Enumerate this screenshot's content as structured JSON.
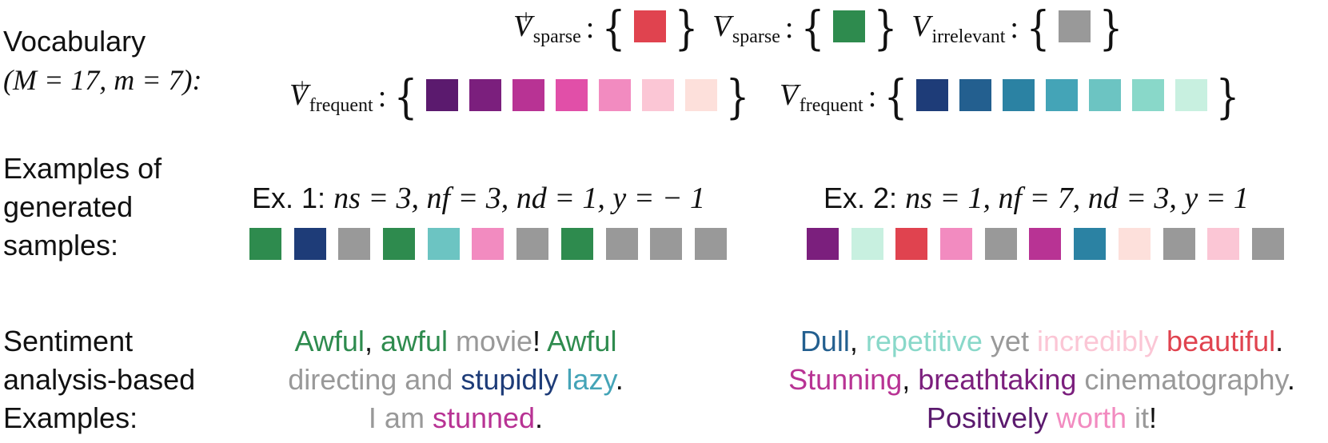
{
  "labels": {
    "vocab_line1": "Vocabulary",
    "vocab_line2": "(M = 17, m = 7):",
    "examples_line1": "Examples of",
    "examples_line2": "generated",
    "examples_line3": "samples:",
    "sent_line1": "Sentiment",
    "sent_line2": "analysis-based",
    "sent_line3": "Examples:"
  },
  "vocab": {
    "sparse_pos": {
      "sym": "V",
      "sup": "+",
      "sub": "sparse",
      "colors": [
        "#e0434f"
      ]
    },
    "sparse_neg": {
      "sym": "V",
      "sup": "−",
      "sub": "sparse",
      "colors": [
        "#2e8b4e"
      ]
    },
    "irrelevant": {
      "sym": "V",
      "sub": "irrelevant",
      "colors": [
        "#999999"
      ]
    },
    "frequent_pos": {
      "sym": "V",
      "sup": "+",
      "sub": "frequent",
      "colors": [
        "#5b1a6e",
        "#7b1f7d",
        "#b83394",
        "#e14fa8",
        "#f28bc0",
        "#fbc6d5",
        "#fde0db"
      ]
    },
    "frequent_neg": {
      "sym": "V",
      "sup": "−",
      "sub": "frequent",
      "colors": [
        "#1e3c78",
        "#235f8f",
        "#2b82a3",
        "#44a4b7",
        "#6cc4c2",
        "#89d8c9",
        "#c8f0e0"
      ]
    },
    "colon": ":"
  },
  "example1": {
    "prefix": "Ex. 1:",
    "params": "ns = 3, nf = 3, nd = 1, y = − 1",
    "sequence": [
      "#2e8b4e",
      "#1e3c78",
      "#999999",
      "#2e8b4e",
      "#6cc4c2",
      "#f28bc0",
      "#999999",
      "#2e8b4e",
      "#999999",
      "#999999",
      "#999999"
    ]
  },
  "example2": {
    "prefix": "Ex. 2:",
    "params": "ns = 1, nf = 7, nd = 3, y = 1",
    "sequence": [
      "#7b1f7d",
      "#c8f0e0",
      "#e0434f",
      "#f28bc0",
      "#999999",
      "#b83394",
      "#2b82a3",
      "#fde0db",
      "#999999",
      "#fbc6d5",
      "#999999"
    ]
  },
  "sentiment1": {
    "lines": [
      [
        {
          "t": "Awful",
          "c": "#2e8b4e"
        },
        {
          "t": ", ",
          "c": "#111111"
        },
        {
          "t": "awful",
          "c": "#2e8b4e"
        },
        {
          "t": " movie",
          "c": "#999999"
        },
        {
          "t": "! ",
          "c": "#111111"
        },
        {
          "t": "Awful",
          "c": "#2e8b4e"
        }
      ],
      [
        {
          "t": "directing and ",
          "c": "#999999"
        },
        {
          "t": "stupidly",
          "c": "#1e3c78"
        },
        {
          "t": " ",
          "c": "#111111"
        },
        {
          "t": "lazy",
          "c": "#44a4b7"
        },
        {
          "t": ".",
          "c": "#111111"
        }
      ],
      [
        {
          "t": "I am ",
          "c": "#999999"
        },
        {
          "t": "stunned",
          "c": "#b83394"
        },
        {
          "t": ".",
          "c": "#111111"
        }
      ]
    ]
  },
  "sentiment2": {
    "lines": [
      [
        {
          "t": "Dull",
          "c": "#235f8f"
        },
        {
          "t": ", ",
          "c": "#111111"
        },
        {
          "t": "repetitive",
          "c": "#89d8c9"
        },
        {
          "t": " yet ",
          "c": "#999999"
        },
        {
          "t": "incredibly",
          "c": "#fbc6d5"
        },
        {
          "t": " ",
          "c": "#111111"
        },
        {
          "t": "beautiful",
          "c": "#e0434f"
        },
        {
          "t": ".",
          "c": "#111111"
        }
      ],
      [
        {
          "t": "Stunning",
          "c": "#b83394"
        },
        {
          "t": ", ",
          "c": "#111111"
        },
        {
          "t": "breathtaking",
          "c": "#7b1f7d"
        },
        {
          "t": " cinematography",
          "c": "#999999"
        },
        {
          "t": ".",
          "c": "#111111"
        }
      ],
      [
        {
          "t": "Positively",
          "c": "#5b1a6e"
        },
        {
          "t": " ",
          "c": "#111111"
        },
        {
          "t": "worth",
          "c": "#f28bc0"
        },
        {
          "t": " it",
          "c": "#999999"
        },
        {
          "t": "!",
          "c": "#111111"
        }
      ]
    ]
  }
}
